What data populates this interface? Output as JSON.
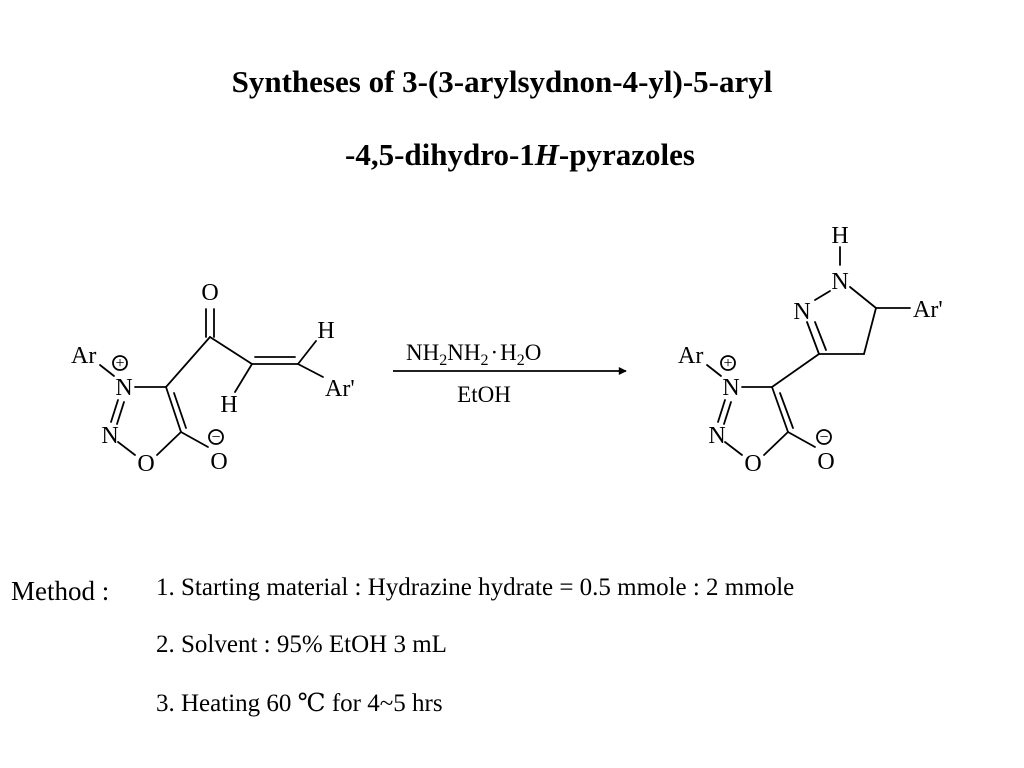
{
  "title": {
    "line1": "Syntheses of 3-(3-arylsydnon-4-yl)-5-aryl",
    "line2_prefix": "-4,5-dihydro-1",
    "line2_italic": "H",
    "line2_suffix": "-pyrazoles"
  },
  "reactant": {
    "ar": "Ar",
    "n_plus": "N",
    "n": "N",
    "o_ring": "O",
    "o_minus": "O",
    "o_carbonyl": "O",
    "h_alpha": "H",
    "h_beta": "H",
    "ar_prime": "Ar'",
    "plus": "+",
    "minus": "−"
  },
  "arrow": {
    "reagent_nh2_a": "NH",
    "reagent_sub_2a": "2",
    "reagent_nh2_b": "NH",
    "reagent_sub_2b": "2",
    "reagent_dot": "·",
    "reagent_h": "H",
    "reagent_sub_2c": "2",
    "reagent_o": "O",
    "solvent": "EtOH"
  },
  "product": {
    "ar": "Ar",
    "n_plus": "N",
    "n": "N",
    "o_ring": "O",
    "o_minus": "O",
    "pyrazoline_n1": "N",
    "pyrazoline_n2": "N",
    "pyrazoline_h": "H",
    "ar_prime": "Ar'",
    "plus": "+",
    "minus": "−"
  },
  "method": {
    "label": "Method :",
    "steps": [
      "1. Starting material : Hydrazine hydrate = 0.5 mmole : 2 mmole",
      "2. Solvent : 95% EtOH 3 mL",
      "3. Heating 60 ℃ for 4~5 hrs"
    ]
  }
}
